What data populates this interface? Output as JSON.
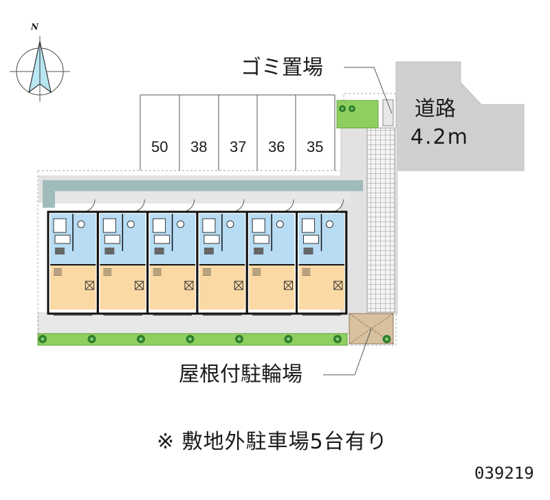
{
  "compass": {
    "north": "N"
  },
  "labels": {
    "garbage": "ゴミ置場",
    "road_name": "道路",
    "road_width": "4.2m",
    "bike_parking": "屋根付駐輪場",
    "note": "※ 敷地外駐車場5台有り",
    "code": "039219"
  },
  "parking_spaces": [
    "50",
    "38",
    "37",
    "36",
    "35"
  ],
  "unit_count": 6,
  "colors": {
    "wet_area": "#b7dcf4",
    "room": "#fbd9a4",
    "corridor": "#9fbcba",
    "green": "#8fcf5f",
    "road": "#d0d0d0",
    "walls": "#111111",
    "paving": "#e4e4e4",
    "bike_roof": "#d7c19f"
  }
}
